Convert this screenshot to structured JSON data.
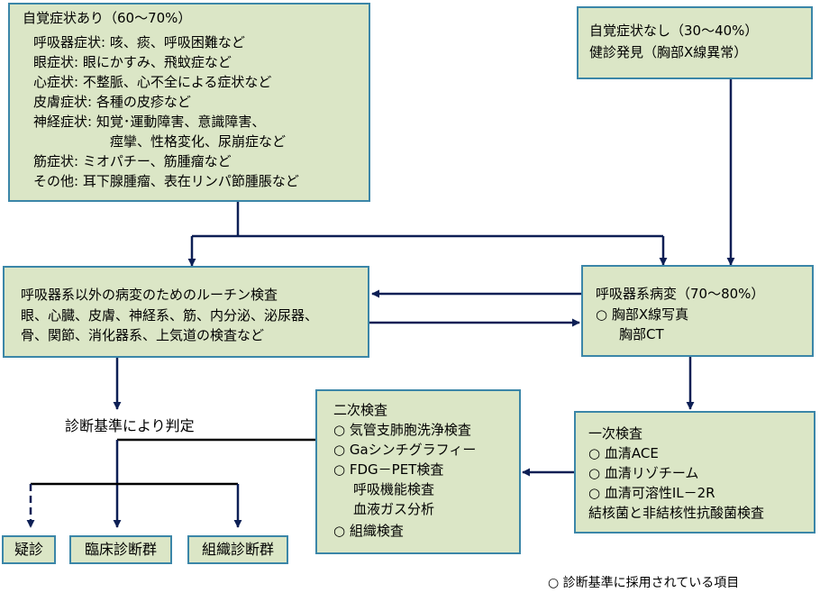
{
  "symptomatic": {
    "title": "自覚症状あり（60～70%）",
    "lines": [
      "呼吸器症状: 咳、痰、呼吸困難など",
      "眼症状: 眼にかすみ、飛蚊症など",
      "心症状: 不整脈、心不全による症状など",
      "皮膚症状: 各種の皮疹など",
      "神経症状: 知覚･運動障害、意識障害、",
      "痙攣、性格変化、尿崩症など",
      "筋症状: ミオパチー、筋腫瘤など",
      "その他: 耳下腺腫瘤、表在リンパ節腫脹など"
    ]
  },
  "asymptomatic": {
    "lines": [
      "自覚症状なし（30～40%）",
      "健診発見（胸部X線異常）"
    ]
  },
  "routine_exam": {
    "lines": [
      "呼吸器系以外の病変のためのルーチン検査",
      "眼、心臓、皮膚、神経系、筋、内分泌、泌尿器、",
      "骨、関節、消化器系、上気道の検査など"
    ]
  },
  "respiratory": {
    "lines": [
      "呼吸器系病変（70～80%）",
      "○ 胸部X線写真",
      "胸部CT"
    ]
  },
  "primary_exam": {
    "lines": [
      "一次検査",
      "○ 血清ACE",
      "○ 血清リゾチーム",
      "○ 血清可溶性IL－2R",
      "結核菌と非結核性抗酸菌検査"
    ]
  },
  "secondary_exam": {
    "lines": [
      "二次検査",
      "○ 気管支肺胞洗浄検査",
      "○ Gaシンチグラフィー",
      "○ FDG－PET検査",
      "呼吸機能検査",
      "血液ガス分析",
      "○ 組織検査"
    ]
  },
  "criteria_label": "診断基準により判定",
  "outcomes": [
    "疑診",
    "臨床診断群",
    "組織診断群"
  ],
  "legend": "○ 診断基準に採用されている項目",
  "colors": {
    "box_fill": "#dbe6c6",
    "box_border": "#3b86a8",
    "arrow": "#0d1f55",
    "line": "#000000"
  }
}
